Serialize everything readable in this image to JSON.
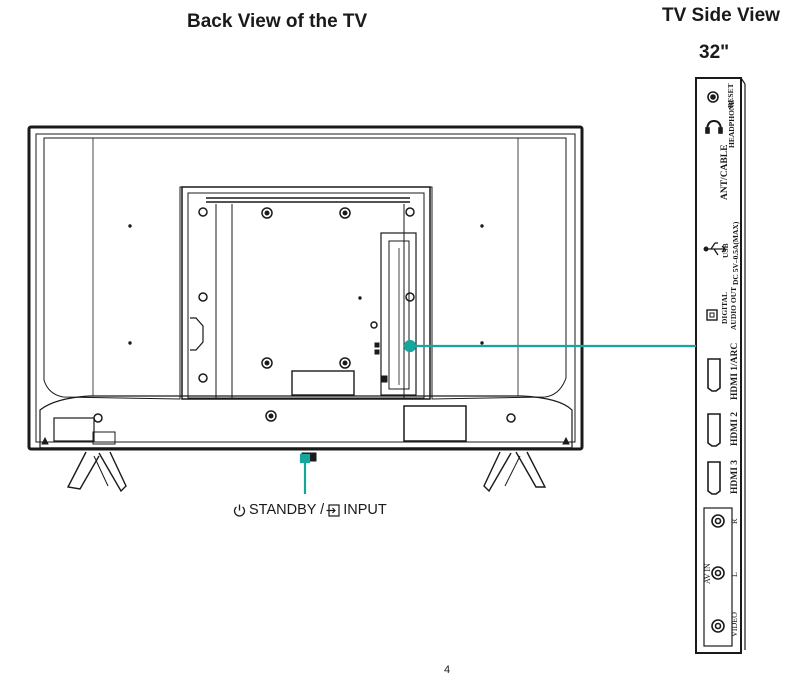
{
  "titles": {
    "back_view": "Back View of the TV",
    "side_view": "TV Side View",
    "size": "32\""
  },
  "callout": {
    "standby_input": "STANDBY / ",
    "input_word": "INPUT",
    "line_color": "#17a59c"
  },
  "side_ports": {
    "reset": "RESET",
    "headphone": "HEADPHONE",
    "ant_cable": "ANT/CABLE",
    "usb": "USB",
    "usb_power": "DC 5V–0.5A(MAX)",
    "digital": "DIGITAL",
    "audio_out": "AUDIO OUT",
    "hdmi1": "HDMI 1/ARC",
    "hdmi2": "HDMI 2",
    "hdmi3": "HDMI 3",
    "r": "R",
    "l": "L",
    "av_in": "AV IN",
    "video": "VIDEO"
  },
  "page_number": "4",
  "icons": [
    "power-icon",
    "input-icon",
    "usb-icon",
    "headphone-icon"
  ]
}
